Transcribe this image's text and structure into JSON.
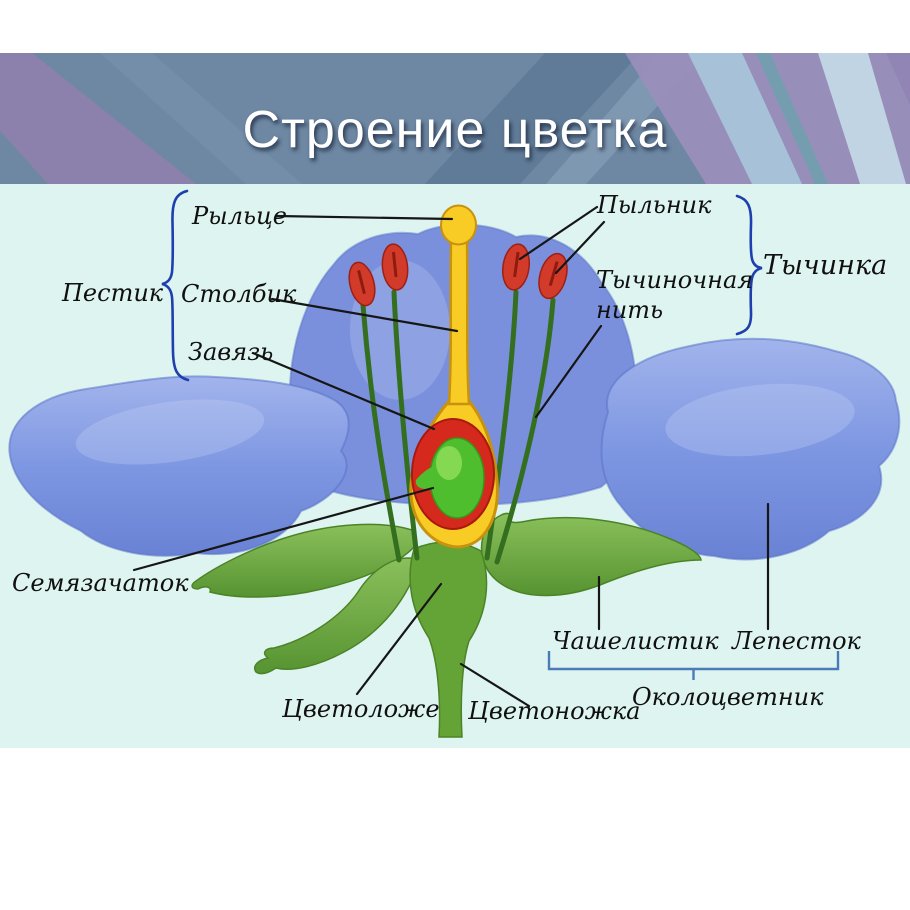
{
  "title": "Строение цветка",
  "labels": {
    "pistil_group": "Пестик",
    "stigma": "Рыльце",
    "style": "Столбик",
    "ovary": "Завязь",
    "ovule": "Семязачаток",
    "anther": "Пыльник",
    "filament": "Тычиночная нить",
    "stamen_group": "Тычинка",
    "sepal": "Чашелистик",
    "petal": "Лепесток",
    "perianth_group": "Околоцветник",
    "receptacle": "Цветоложе",
    "pedicel": "Цветоножка"
  },
  "colors": {
    "canvas_background": "#def4f0",
    "banner_base": "#6e88a4",
    "banner_purple": "#8d81ad",
    "title_text": "#ffffff",
    "petal_blue": "#7e97e2",
    "sepal_green": "#64a437",
    "pistil_yellow": "#f8cb25",
    "ovary_ring_red": "#d5291d",
    "ovule_green": "#4fbe2e",
    "anther_red": "#d23a2a",
    "filament_green": "#336f1f",
    "label_text": "#101010",
    "leader_line": "#161616",
    "group_brace_blue": "#1e3fae",
    "perianth_bracket_blue": "#4a7ab8"
  }
}
